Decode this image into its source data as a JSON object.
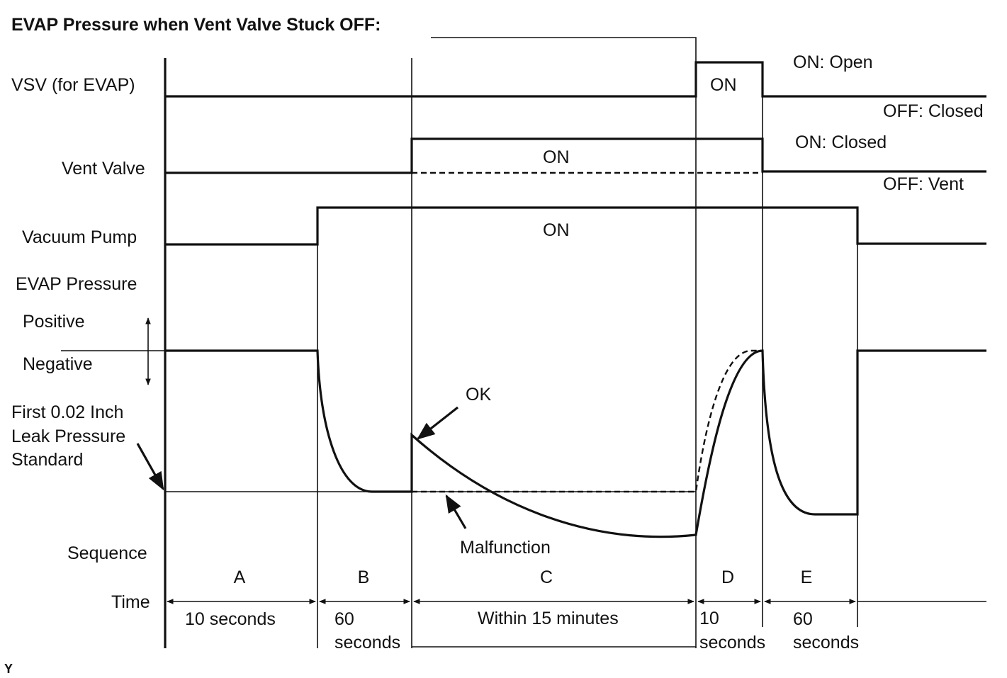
{
  "title": "EVAP Pressure when Vent Valve Stuck OFF:",
  "rows": {
    "vsv": "VSV (for EVAP)",
    "vent_valve": "Vent Valve",
    "vacuum_pump": "Vacuum Pump",
    "evap_pressure": "EVAP Pressure",
    "positive": "Positive",
    "negative": "Negative",
    "leak_line1": "First 0.02 Inch",
    "leak_line2": "Leak Pressure",
    "leak_line3": "Standard",
    "sequence": "Sequence",
    "time": "Time"
  },
  "states": {
    "vsv_on": "ON",
    "vent_on": "ON",
    "pump_on": "ON",
    "vsv_on_meaning": "ON: Open",
    "vsv_off_meaning": "OFF: Closed",
    "vent_on_meaning": "ON: Closed",
    "vent_off_meaning": "OFF: Vent"
  },
  "annotations": {
    "ok": "OK",
    "malfunction": "Malfunction"
  },
  "sequence": [
    "A",
    "B",
    "C",
    "D",
    "E"
  ],
  "durations": [
    {
      "line1": "10 seconds",
      "line2": ""
    },
    {
      "line1": "60",
      "line2": "seconds"
    },
    {
      "line1": "Within 15 minutes",
      "line2": ""
    },
    {
      "line1": "10",
      "line2": "seconds"
    },
    {
      "line1": "60",
      "line2": "seconds"
    }
  ],
  "corner_mark": "Y"
}
